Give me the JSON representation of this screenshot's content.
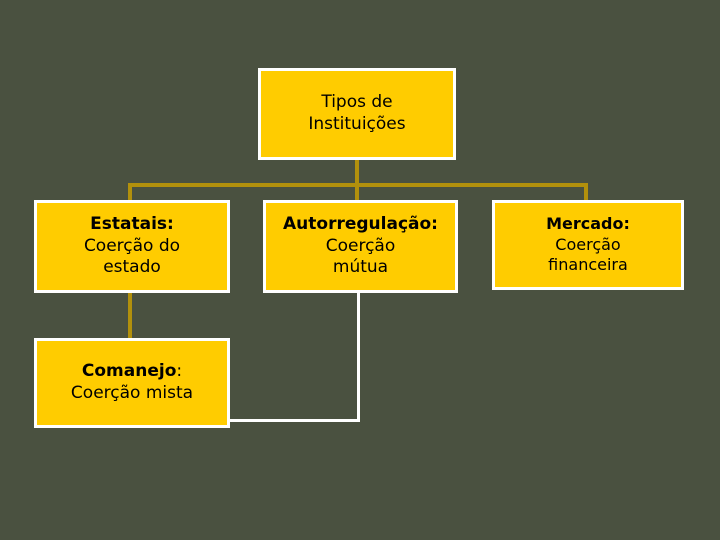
{
  "diagram": {
    "title": "Tipos de Instituições",
    "background_color": "#4a5140",
    "node_fill_color": "#ffcc00",
    "node_border_color": "#ffffff",
    "connector_color": "#b2900c",
    "connector_secondary_color": "#ffffff",
    "nodes": {
      "root": {
        "heading": "Tipos de",
        "body": "Instituições"
      },
      "estatais": {
        "heading": "Estatais:",
        "body_line1": "Coerção do",
        "body_line2": "estado"
      },
      "autorregulacao": {
        "heading": "Autorregulação:",
        "body_line1": "Coerção",
        "body_line2": "mútua"
      },
      "mercado": {
        "heading": "Mercado:",
        "body_line1": "Coerção",
        "body_line2": "financeira"
      },
      "comanejo": {
        "heading": "Comanejo",
        "heading_colon": ":",
        "body": "Coerção mista"
      }
    }
  }
}
